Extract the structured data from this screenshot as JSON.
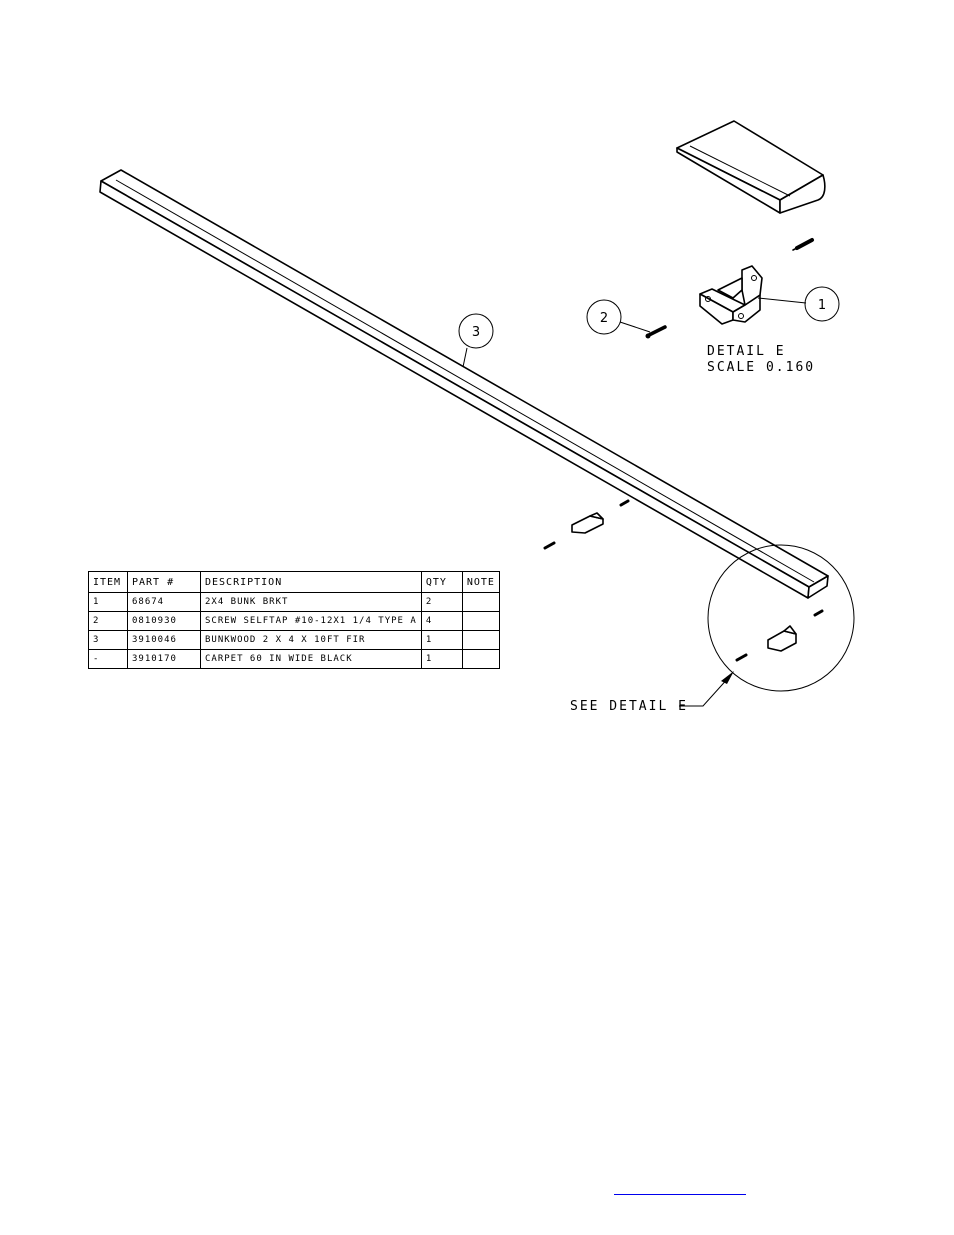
{
  "balloons": [
    {
      "label": "1"
    },
    {
      "label": "2"
    },
    {
      "label": "3"
    }
  ],
  "detail": {
    "title": "DETAIL  E",
    "scale": "SCALE  0.160",
    "callout": "SEE DETAIL  E"
  },
  "bom": {
    "headers": [
      "ITEM",
      "PART #",
      "DESCRIPTION",
      "QTY",
      "NOTE"
    ],
    "rows": [
      {
        "item": "1",
        "part": "68674",
        "description": "2X4 BUNK BRKT",
        "qty": "2",
        "note": ""
      },
      {
        "item": "2",
        "part": "0810930",
        "description": "SCREW SELFTAP #10-12X1 1/4 TYPE A",
        "qty": "4",
        "note": ""
      },
      {
        "item": "3",
        "part": "3910046",
        "description": "BUNKWOOD   2 X 4 X 10FT FIR",
        "qty": "1",
        "note": ""
      },
      {
        "item": "-",
        "part": "3910170",
        "description": "CARPET 60 IN WIDE BLACK",
        "qty": "1",
        "note": ""
      }
    ]
  },
  "colors": {
    "line": "#000000",
    "background": "#ffffff",
    "link": "#0000ee"
  }
}
